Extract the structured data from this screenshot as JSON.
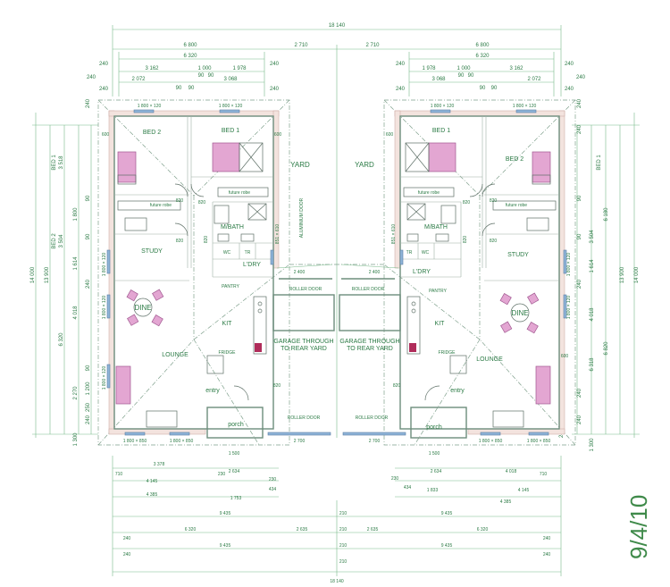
{
  "dims_top": {
    "overall": "18 140",
    "left": {
      "a": "6 800",
      "b": "6 320",
      "c": "3 162",
      "d": "1 000",
      "e": "1 978",
      "f": "2 072",
      "g": "3 068",
      "h": "90",
      "i": "90",
      "j": "90",
      "k": "90",
      "l": "240",
      "m": "240",
      "n": "240",
      "o": "240",
      "p": "240"
    },
    "right": {
      "a": "6 800",
      "b": "6 320",
      "c": "1 978",
      "d": "1 000",
      "e": "3 162",
      "f": "3 068",
      "g": "2 072",
      "h": "90",
      "i": "90",
      "j": "90",
      "k": "90",
      "l": "240",
      "m": "240",
      "n": "240",
      "o": "240",
      "p": "240"
    },
    "mid_left": "2 710",
    "mid_right": "2 710"
  },
  "dims_left": {
    "overall": "14 000",
    "second": "13 900",
    "bed1": "BED 1",
    "bed1_v": "3 518",
    "bed2": "BED 2",
    "bed2_v": "3 504",
    "v1": "1 800",
    "v2": "1 614",
    "v3": "4 018",
    "v4": "6 320",
    "v5": "2 270",
    "v6": "1 200",
    "v7": "1 300",
    "v8": "250",
    "v9": "90",
    "v10": "240",
    "v11": "90",
    "v12": "90",
    "v13": "240",
    "v14": "240"
  },
  "dims_right": {
    "overall": "14 000",
    "second": "13 900",
    "bed1": "BED 1",
    "bed1_v": "6 180",
    "v1": "3 504",
    "v2": "1 614",
    "v3": "4 018",
    "v4": "6 318",
    "v5": "6 820",
    "v6": "1 300",
    "v7": "240",
    "v8": "240",
    "v9": "240",
    "v10": "240",
    "v11": "90",
    "v12": "90",
    "v13": "240",
    "v14": "240"
  },
  "dims_bottom": {
    "l_710": "710",
    "l_3378": "3 378",
    "l_230": "230",
    "l_2634": "2 634",
    "l_4145": "4 145",
    "l_1753": "1 753",
    "l_4385": "4 385",
    "l_9435": "9 435",
    "l_6320": "6 320",
    "l_240": "240",
    "l_2635": "2 635",
    "l_230b": "230",
    "l_434": "434",
    "l_9435b": "9 435",
    "l_240b": "240",
    "r_710": "710",
    "r_4018": "4 018",
    "r_230": "230",
    "r_434": "434",
    "r_2634": "2 634",
    "r_1833": "1 833",
    "r_4145": "4 145",
    "r_4385": "4 385",
    "r_9435": "9 435",
    "r_6320": "6 320",
    "r_240": "240",
    "r_2635": "2 635",
    "r_240b": "240",
    "r_9435b": "9 435",
    "overall": "18 140",
    "mid1": "210",
    "mid2": "210",
    "mid3": "210",
    "mid4": "210"
  },
  "left_unit": {
    "bed2": "BED 2",
    "bed1": "BED 1",
    "future_robe_a": "future robe",
    "future_robe_b": "future robe",
    "study": "STUDY",
    "mbath": "M/BATH",
    "ldry": "L'DRY",
    "dine": "DINE",
    "kit": "KIT",
    "lounge": "LOUNGE",
    "entry": "entry",
    "porch": "porch",
    "pantry": "PANTRY",
    "fridge": "FRIDGE",
    "wc": "WC",
    "tr": "TR",
    "win_top1": "1 800 × 120",
    "win_top2": "1 800 × 120",
    "win_side1": "1 800 × 120",
    "win_side2": "1 800 × 120",
    "win_side3": "1 800 × 120",
    "win_bot1": "1 800 × 850",
    "win_bot2": "1 800 × 850",
    "door_820a": "820",
    "door_820b": "820",
    "door_820c": "820",
    "door_820d": "820",
    "door_820e": "820",
    "door_851": "851 × 610",
    "bath_600a": "600",
    "bath_600b": "600",
    "porch_1500": "1 500",
    "alum_door": "ALUMINIUM DOOR",
    "dim_2400": "2 400"
  },
  "right_unit": {
    "bed1": "BED 1",
    "bed2": "BED 2",
    "future_robe_a": "future robe",
    "future_robe_b": "future robe",
    "study": "STUDY",
    "mbath": "M/BATH",
    "ldry": "L'DRY",
    "dine": "DINE",
    "kit": "KIT",
    "lounge": "LOUNGE",
    "entry": "entry",
    "porch": "porch",
    "pantry": "PANTRY",
    "fridge": "FRIDGE",
    "wc": "WC",
    "tr": "TR",
    "win_top1": "1 800 × 120",
    "win_top2": "1 800 × 120",
    "win_side1": "1 800 × 120",
    "win_side2": "1 800 × 120",
    "win_bot1": "1 800 × 850",
    "win_bot2": "1 800 × 850",
    "door_820a": "820",
    "door_820b": "820",
    "door_820c": "820",
    "door_820d": "820",
    "door_820e": "820",
    "door_851": "851 × 610",
    "bath_600a": "600",
    "bath_600b": "600",
    "porch_1500": "1 500",
    "dim_2400": "2 400"
  },
  "yard_left": "YARD",
  "yard_right": "YARD",
  "roller_door_1": "ROLLER DOOR",
  "roller_door_2": "ROLLER DOOR",
  "roller_door_3": "ROLLER DOOR",
  "roller_door_4": "ROLLER DOOR",
  "garage_left_1": "GARAGE THROUGH",
  "garage_left_2": "TO REAR YARD",
  "garage_right_1": "GARAGE THROUGH",
  "garage_right_2": "TO REAR YARD",
  "garage_2700a": "2 700",
  "garage_2700b": "2 700",
  "handwritten_date": "9/4/10"
}
